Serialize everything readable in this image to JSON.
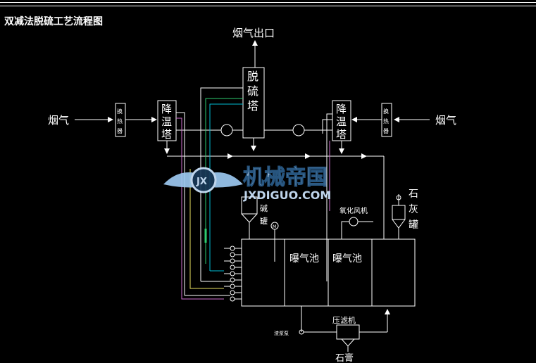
{
  "title": "双减法脱硫工艺流程图",
  "labels": {
    "flue_gas_outlet": "烟气出口",
    "flue_gas_left": "烟气",
    "flue_gas_right": "烟气",
    "heat_exchanger": [
      "换",
      "热",
      "器"
    ],
    "cooling_tower": [
      "降",
      "温",
      "塔"
    ],
    "desulfurization_tower": [
      "脱",
      "硫",
      "塔"
    ],
    "alkali_tank": [
      "碱",
      "罐"
    ],
    "lime_tank": [
      "石",
      "灰",
      "罐"
    ],
    "oxidation_fan": "氧化风机",
    "aeration_pool": "曝气池",
    "filter_press": "压滤机",
    "slurry_pump": "渣浆泵",
    "gypsum": "石膏",
    "motor": "M"
  },
  "watermark": {
    "cn": "机械帝国",
    "en": "JXDIGUO.COM",
    "logo": "JX"
  },
  "colors": {
    "background": "#000000",
    "line": "#ffffff",
    "pipe_green": "#2ecc71",
    "pipe_cyan": "#00bcd4",
    "pipe_pink": "#d070d0",
    "pipe_yellow": "#e8e060",
    "watermark": "#cfe6ff"
  }
}
